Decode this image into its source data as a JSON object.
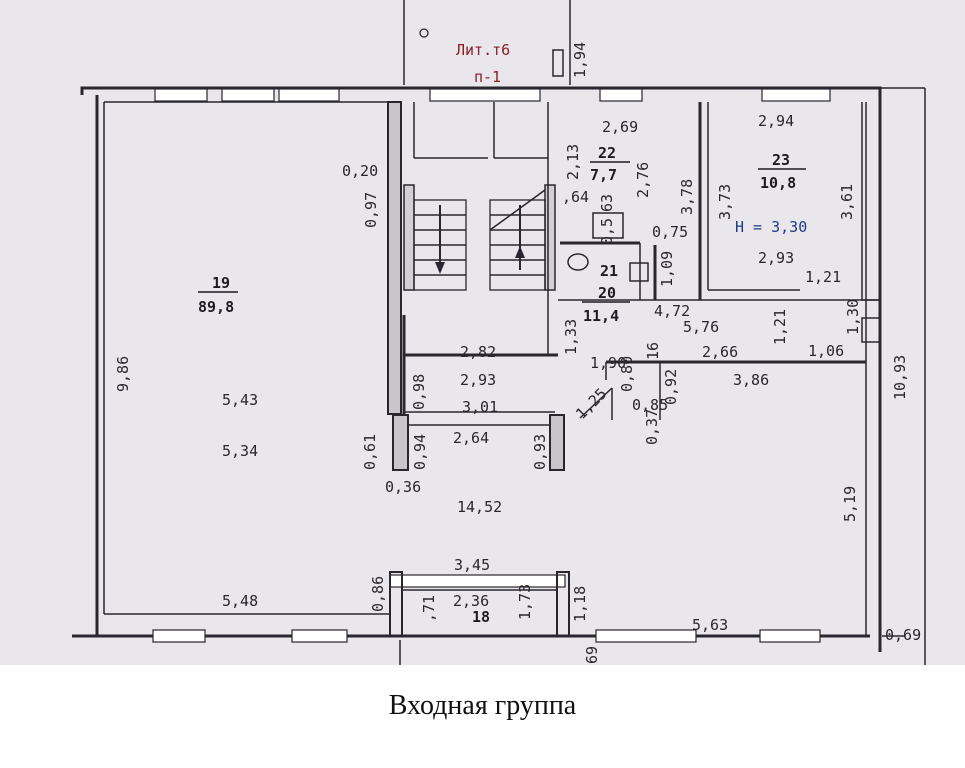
{
  "header": {
    "litera": "Лит.т6",
    "section": "п-1",
    "top_dim": "1,94"
  },
  "rooms": [
    {
      "number": "19",
      "area": "89,8"
    },
    {
      "number": "22",
      "area": "7,7"
    },
    {
      "number": "23",
      "area": "10,8"
    },
    {
      "number": "21"
    },
    {
      "number": "20",
      "area": "11,4"
    },
    {
      "number": "18"
    }
  ],
  "height_label": "Н = 3,30",
  "dims": {
    "d_2_69": "2,69",
    "d_2_94": "2,94",
    "d_0_20": "0,20",
    "d_0_97": "0,97",
    "d_2_13": "2,13",
    "d_2_76": "2,76",
    "d_3_78": "3,78",
    "d_3_73": "3,73",
    "d_3_61": "3,61",
    "d_0_64": ",64",
    "d_0_63": "63",
    "d_0_53": "0,5",
    "d_0_75": "0,75",
    "d_2_93a": "2,93",
    "d_1_09": "1,09",
    "d_1_21a": "1,21",
    "d_9_86": "9,86",
    "d_4_72": "4,72",
    "d_5_76": "5,76",
    "d_1_33": "1,33",
    "d_1_21b": "1,21",
    "d_1_30": "1,30",
    "d_2_82": "2,82",
    "d_1_90": "1,90",
    "d_16": "16",
    "d_2_66": "2,66",
    "d_1_06": "1,06",
    "d_10_93": "10,93",
    "d_0_98": "0,98",
    "d_2_93b": "2,93",
    "d_1_25": "1,25",
    "d_0_80": "0,80",
    "d_0_85": "0,85",
    "d_0_92": "0,92",
    "d_3_86": "3,86",
    "d_5_43": "5,43",
    "d_3_01": "3,01",
    "d_0_37": "0,37",
    "d_0_61": "0,61",
    "d_0_94": "0,94",
    "d_2_64": "2,64",
    "d_0_93": "0,93",
    "d_5_34": "5,34",
    "d_0_36": "0,36",
    "d_14_52": "14,52",
    "d_5_19": "5,19",
    "d_3_45": "3,45",
    "d_0_86": "0,86",
    "d_2_36": "2,36",
    "d_0_71": ",71",
    "d_1_73": "1,73",
    "d_1_18": "1,18",
    "d_5_48": "5,48",
    "d_5_63": "5,63",
    "d_0_69": "0,69",
    "d_69": "69"
  },
  "caption": "Входная группа"
}
